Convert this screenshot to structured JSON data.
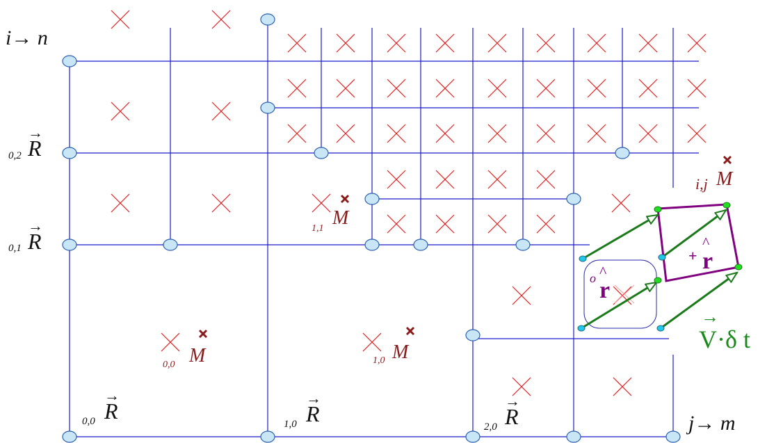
{
  "axes": {
    "i_label": "i→ n",
    "j_label": "j→ m"
  },
  "R_labels": [
    {
      "key": "r00",
      "sub": "0,0",
      "sym": "R"
    },
    {
      "key": "r10",
      "sub": "1,0",
      "sym": "R"
    },
    {
      "key": "r20",
      "sub": "2,0",
      "sym": "R"
    },
    {
      "key": "r01",
      "sub": "0,1",
      "sym": "R"
    },
    {
      "key": "r02",
      "sub": "0,2",
      "sym": "R"
    }
  ],
  "M_labels": [
    {
      "key": "m00",
      "sub": "0,0",
      "sym": "M"
    },
    {
      "key": "m10",
      "sub": "1,0",
      "sym": "M"
    },
    {
      "key": "m11",
      "sub": "1,1",
      "sym": "M"
    },
    {
      "key": "mij",
      "sub": "i,j",
      "sym": "M"
    }
  ],
  "vectors": {
    "r_minus_sup": "o",
    "r_plus_sup": "+",
    "r_sym": "r",
    "velocity": "V·δ t"
  },
  "colors": {
    "grid": "#1a1acc",
    "node_fill": "#c8e6f5",
    "node_stroke": "#2a5fb0",
    "cross": "#e02020",
    "marker": "#8b1a1a",
    "label_dark": "#111111",
    "label_red": "#8b1a1a",
    "cell_outline": "#800080",
    "arrow": "#1a7a1a",
    "small_point_cyan": "#22c8e8",
    "small_point_green": "#22dd22"
  }
}
